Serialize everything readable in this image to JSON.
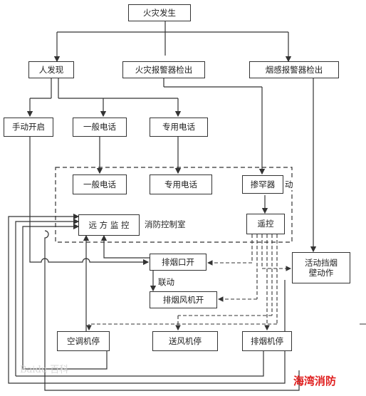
{
  "nodes": {
    "fire": "火灾发生",
    "person": "人发现",
    "fire_detector": "火灾报警器检出",
    "smoke_detector": "烟感报警器检出",
    "manual_start": "手动开启",
    "phone_general_1": "一般电话",
    "phone_dedicated_1": "专用电话",
    "phone_general_2": "一般电话",
    "phone_dedicated_2": "专用电话",
    "alarm": "掺罕器",
    "remote_monitor": "远 方 监 控",
    "remote_control": "遥控",
    "smoke_outlet": "排烟口开",
    "smoke_fan": "排烟风机开",
    "smoke_barrier_line1": "活动挡烟",
    "smoke_barrier_line2": "壁动作",
    "ac_stop": "空调机停",
    "supply_fan_stop": "送风机停",
    "exhaust_stop": "排烟机停"
  },
  "labels": {
    "control_room": "消防控制室",
    "linkage": "联动",
    "room_edge": "动"
  },
  "watermarks": {
    "left": "Baidu 百科",
    "right": "海湾消防"
  },
  "colors": {
    "line": "#333333",
    "accent": "#e02020"
  }
}
